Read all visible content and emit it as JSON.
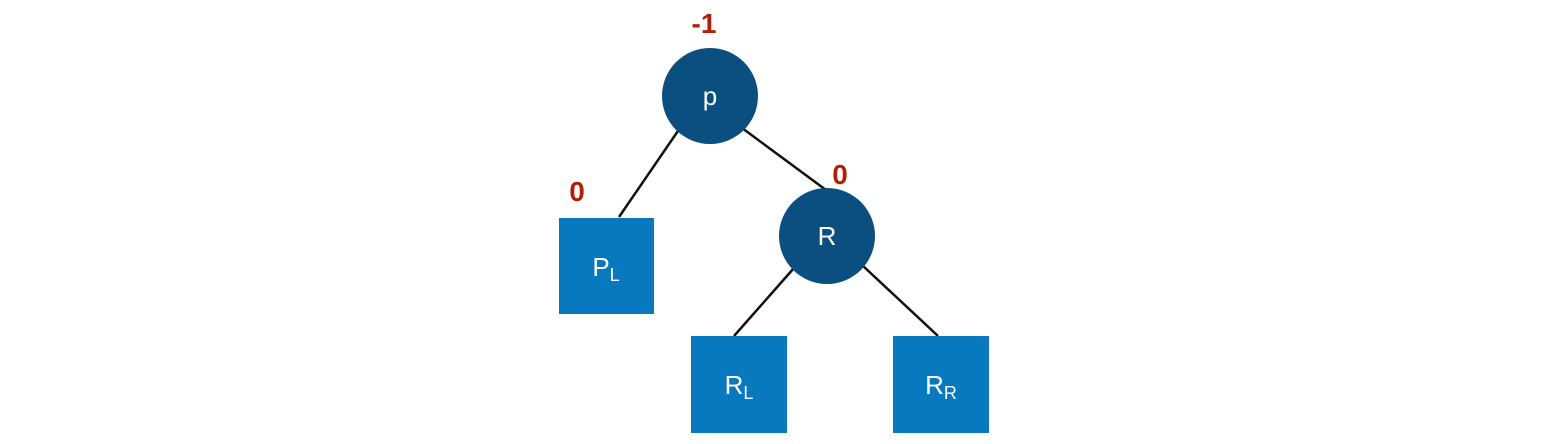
{
  "colors": {
    "circle_node": "#0b4f80",
    "square_node": "#0878bf",
    "balance_factor": "#b11f06",
    "edge": "#111111",
    "node_text": "#ffffff"
  },
  "nodes": {
    "p": {
      "label": "p",
      "balance": "-1"
    },
    "r": {
      "label": "R",
      "balance": "0"
    },
    "pl": {
      "label_main": "P",
      "label_sub": "L",
      "balance": "0"
    },
    "rl": {
      "label_main": "R",
      "label_sub": "L"
    },
    "rr": {
      "label_main": "R",
      "label_sub": "R"
    }
  }
}
